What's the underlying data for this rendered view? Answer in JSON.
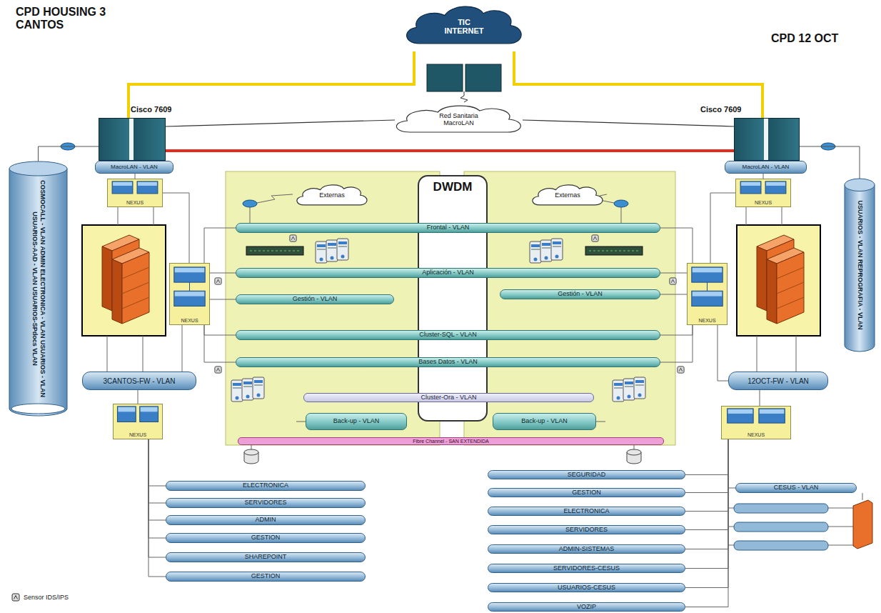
{
  "diagram": {
    "nodes": [
      {
        "text": [
          "TIC INTERNET"
        ]
      },
      {
        "text": [
          "Cisco 7609"
        ]
      },
      {
        "text": [
          "Red Sanitaria MacroLAN"
        ]
      },
      {
        "text": [
          "Cisco 7609"
        ]
      },
      {
        "text": [
          "MacroLAN - VLAN"
        ]
      },
      {
        "text": [
          "MacroLAN - VLAN"
        ]
      },
      {
        "text": [
          "COSMOCALL - VLAN ADMIN ELECTRONICA - VLAN USUARIOS - VLAN USUARIOS-AAD - VLAN USUARIOS-SPdocs VLAN"
        ]
      },
      {
        "text": [
          "USUARIOS - VLAN REPROGRAFIA - VLAN"
        ]
      },
      {
        "text": [
          "NEXUS"
        ]
      },
      {
        "text": [
          "Externas"
        ]
      },
      {
        "text": [
          "DWDM"
        ]
      },
      {
        "text": [
          "Externas"
        ]
      },
      {
        "text": [
          "NEXUS"
        ]
      },
      {
        "text": [
          "Frontal - VLAN"
        ]
      },
      {
        "text": [
          "Aplicación - VLAN"
        ]
      },
      {
        "text": [
          "NEXUS"
        ]
      },
      {
        "text": [
          "Gestión - VLAN"
        ]
      },
      {
        "text": [
          "Gestión - VLAN"
        ]
      },
      {
        "text": [
          "NEXUS"
        ]
      },
      {
        "text": [
          "Cluster-SQL - VLAN"
        ]
      },
      {
        "text": [
          "Bases Datos - VLAN"
        ]
      },
      {
        "text": [
          "3CANTOS-FW - VLAN"
        ]
      },
      {
        "text": [
          "12OCT-FW - VLAN"
        ]
      },
      {
        "text": [
          "Cluster-Ora - VLAN"
        ]
      },
      {
        "text": [
          "Back-up - VLAN"
        ]
      },
      {
        "text": [
          "Back-up - VLAN"
        ]
      },
      {
        "text": [
          "NEXUS"
        ]
      },
      {
        "text": [
          "NEXUS"
        ]
      },
      {
        "text": [
          "Fibre Channel - SAN EXTENDIDA"
        ]
      },
      {
        "text": [
          "ELECTRONICA"
        ]
      },
      {
        "text": [
          "SERVIDORES"
        ]
      },
      {
        "text": [
          "ADMIN"
        ]
      },
      {
        "text": [
          "GESTION"
        ]
      },
      {
        "text": [
          "SHAREPOINT"
        ]
      },
      {
        "text": [
          "GESTION"
        ]
      },
      {
        "text": [
          "SEGURIDAD"
        ]
      },
      {
        "text": [
          "GESTION"
        ]
      },
      {
        "text": [
          "ELECTRONICA"
        ]
      },
      {
        "text": [
          "SERVIDORES"
        ]
      },
      {
        "text": [
          "ADMIN-SISTEMAS"
        ]
      },
      {
        "text": [
          "SERVIDORES-CESUS"
        ]
      },
      {
        "text": [
          "USUARIOS-CESUS"
        ]
      },
      {
        "text": [
          "VOZIP"
        ]
      },
      {
        "text": [
          "CESUS - VLAN"
        ]
      }
    ],
    "edges": [
      {
        "from": 0,
        "to": 1,
        "arrow": "none"
      },
      {
        "from": 0,
        "to": 3,
        "arrow": "none"
      },
      {
        "from": 1,
        "to": 2,
        "arrow": "none"
      },
      {
        "from": 3,
        "to": 2,
        "arrow": "none"
      },
      {
        "from": 1,
        "to": 3,
        "arrow": "none"
      },
      {
        "from": 6,
        "to": 1,
        "arrow": "none"
      },
      {
        "from": 7,
        "to": 3,
        "arrow": "none"
      },
      {
        "from": 4,
        "to": 8,
        "arrow": "none"
      },
      {
        "from": 5,
        "to": 12,
        "arrow": "none"
      },
      {
        "from": 15,
        "to": 13,
        "arrow": "none"
      },
      {
        "from": 15,
        "to": 14,
        "arrow": "none"
      },
      {
        "from": 15,
        "to": 16,
        "arrow": "none"
      },
      {
        "from": 15,
        "to": 19,
        "arrow": "none"
      },
      {
        "from": 15,
        "to": 20,
        "arrow": "none"
      },
      {
        "from": 18,
        "to": 13,
        "arrow": "none"
      },
      {
        "from": 18,
        "to": 14,
        "arrow": "none"
      },
      {
        "from": 18,
        "to": 17,
        "arrow": "none"
      },
      {
        "from": 18,
        "to": 19,
        "arrow": "none"
      },
      {
        "from": 18,
        "to": 20,
        "arrow": "none"
      },
      {
        "from": 21,
        "to": 26,
        "arrow": "none"
      },
      {
        "from": 22,
        "to": 27,
        "arrow": "none"
      },
      {
        "from": 26,
        "to": 29,
        "arrow": "none"
      },
      {
        "from": 26,
        "to": 30,
        "arrow": "none"
      },
      {
        "from": 26,
        "to": 31,
        "arrow": "none"
      },
      {
        "from": 26,
        "to": 32,
        "arrow": "none"
      },
      {
        "from": 26,
        "to": 33,
        "arrow": "none"
      },
      {
        "from": 26,
        "to": 34,
        "arrow": "none"
      },
      {
        "from": 27,
        "to": 35,
        "arrow": "none"
      },
      {
        "from": 27,
        "to": 36,
        "arrow": "none"
      },
      {
        "from": 27,
        "to": 37,
        "arrow": "none"
      },
      {
        "from": 27,
        "to": 38,
        "arrow": "none"
      },
      {
        "from": 27,
        "to": 39,
        "arrow": "none"
      },
      {
        "from": 27,
        "to": 40,
        "arrow": "none"
      },
      {
        "from": 27,
        "to": 41,
        "arrow": "none"
      },
      {
        "from": 27,
        "to": 42,
        "arrow": "none"
      },
      {
        "from": 27,
        "to": 43,
        "arrow": "none"
      }
    ],
    "labels": [
      "CPD HOUSING 3 CANTOS",
      "CPD 12 OCT"
    ],
    "legend": [
      {
        "text": "Sensor IDS/IPS"
      }
    ]
  }
}
